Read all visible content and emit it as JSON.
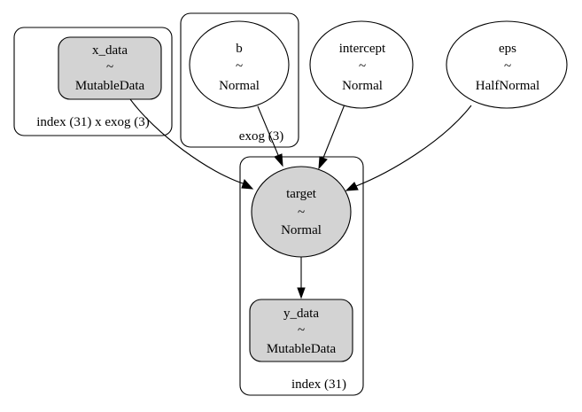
{
  "colors": {
    "observed_fill": "#d3d3d3",
    "latent_fill": "#ffffff",
    "stroke": "#000000"
  },
  "plates": {
    "index_exog": {
      "label": "index (31) x exog (3)"
    },
    "exog": {
      "label": "exog (3)"
    },
    "index": {
      "label": "index (31)"
    }
  },
  "nodes": {
    "x_data": {
      "name": "x_data",
      "tilde": "~",
      "dist": "MutableData",
      "observed": true
    },
    "b": {
      "name": "b",
      "tilde": "~",
      "dist": "Normal",
      "observed": false
    },
    "intercept": {
      "name": "intercept",
      "tilde": "~",
      "dist": "Normal",
      "observed": false
    },
    "eps": {
      "name": "eps",
      "tilde": "~",
      "dist": "HalfNormal",
      "observed": false
    },
    "target": {
      "name": "target",
      "tilde": "~",
      "dist": "Normal",
      "observed": true
    },
    "y_data": {
      "name": "y_data",
      "tilde": "~",
      "dist": "MutableData",
      "observed": true
    }
  },
  "edges": [
    {
      "from": "x_data",
      "to": "target"
    },
    {
      "from": "b",
      "to": "target"
    },
    {
      "from": "intercept",
      "to": "target"
    },
    {
      "from": "eps",
      "to": "target"
    },
    {
      "from": "target",
      "to": "y_data"
    }
  ]
}
